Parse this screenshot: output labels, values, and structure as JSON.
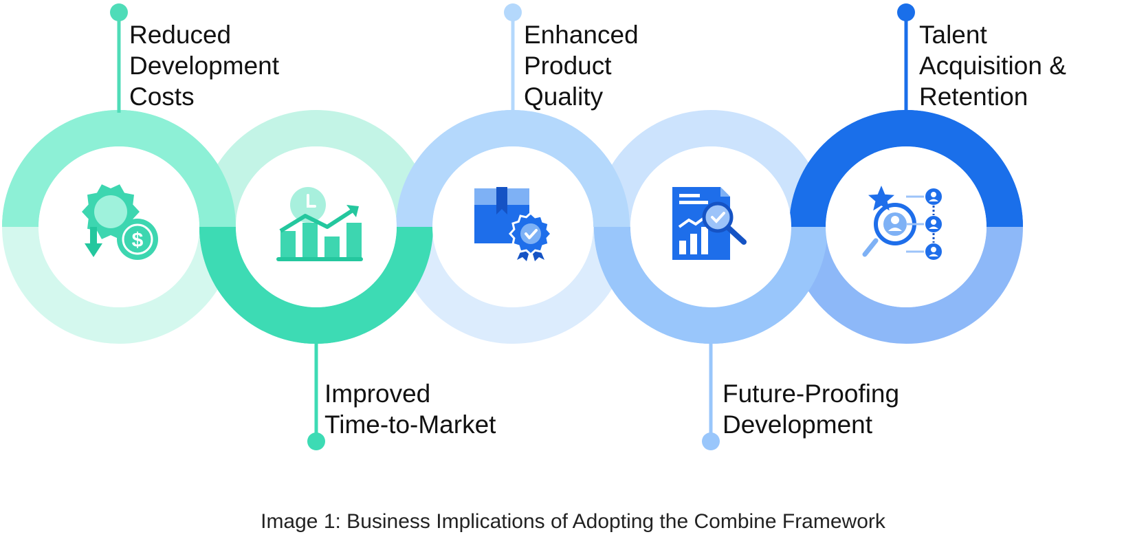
{
  "diagram": {
    "stages": [
      {
        "lines": [
          "Reduced",
          "Development",
          "Costs"
        ],
        "icon": "gear-dollar-icon",
        "label_side": "top",
        "colors": {
          "top": "#8df0d6",
          "bottom": "#d4f8ee",
          "stem": "#4fdcb8",
          "icon": "#3dd6b0",
          "icon_dark": "#24c79e"
        }
      },
      {
        "lines": [
          "Improved",
          "Time-to-Market"
        ],
        "icon": "growth-chart-clock-icon",
        "label_side": "bottom",
        "colors": {
          "top": "#c3f4e6",
          "bottom": "#3ddbb4",
          "stem": "#3ddbb4",
          "icon": "#3dd6b0",
          "icon_dark": "#24c79e"
        }
      },
      {
        "lines": [
          "Enhanced",
          "Product",
          "Quality"
        ],
        "icon": "quality-box-badge-icon",
        "label_side": "top",
        "colors": {
          "top": "#b4d8fc",
          "bottom": "#dcecfd",
          "stem": "#b4d8fc",
          "icon": "#1e6eea",
          "icon_dark": "#1553c4"
        }
      },
      {
        "lines": [
          "Future-Proofing",
          "Development"
        ],
        "icon": "report-magnifier-icon",
        "label_side": "bottom",
        "colors": {
          "top": "#cce3fd",
          "bottom": "#99c6fb",
          "stem": "#99c6fb",
          "icon": "#1e6eea",
          "icon_dark": "#1553c4"
        }
      },
      {
        "lines": [
          "Talent",
          "Acquisition &",
          "Retention"
        ],
        "icon": "talent-search-icon",
        "label_side": "top",
        "colors": {
          "top": "#1a6fea",
          "bottom": "#8db8f8",
          "stem": "#1a6fea",
          "icon": "#1e6eea",
          "icon_dark": "#1553c4"
        }
      }
    ]
  },
  "caption": "Image 1: Business Implications of Adopting the Combine Framework"
}
